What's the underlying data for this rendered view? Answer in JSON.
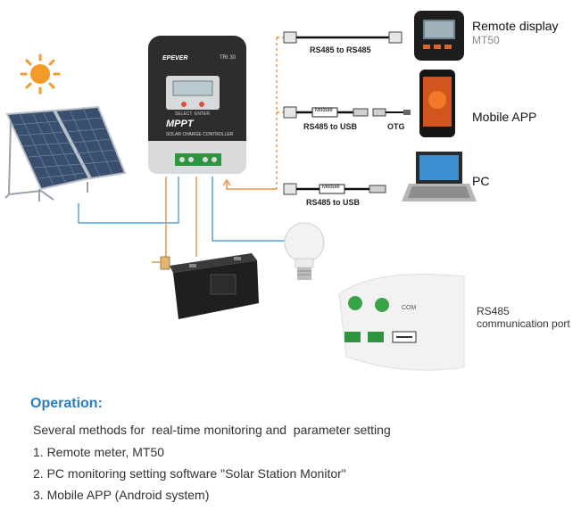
{
  "controller": {
    "brand": "EPEVER",
    "model": "TRI 30",
    "series": "MPPT",
    "subtitle": "SOLAR CHARGE CONTROLLER",
    "button_left": "SELECT",
    "button_right": "ENTER",
    "brand_color": "#2b2b2b"
  },
  "connections": {
    "rs485_rs485": "RS485 to RS485",
    "rs485_usb_mobile": "RS485 to USB",
    "otg": "OTG",
    "rs485_usb_pc": "RS485 to USB",
    "module_tag_mobile": "Module",
    "module_tag_pc": "Module"
  },
  "devices": {
    "remote_display": {
      "label": "Remote display",
      "model": "MT50"
    },
    "mobile": {
      "label": "Mobile APP"
    },
    "pc": {
      "label": "PC"
    }
  },
  "port": {
    "line1": "RS485",
    "line2": "communication port",
    "com_text": "COM"
  },
  "operation": {
    "title": "Operation:",
    "intro": "Several methods for  real-time monitoring and  parameter setting",
    "items": [
      "1. Remote meter, MT50",
      "2. PC monitoring setting software \"Solar Station Monitor\"",
      "3. Mobile APP (Android system)"
    ]
  },
  "colors": {
    "solar_wire": "#5aa0d8",
    "battery_wire": "#e8954a",
    "comm_wire": "#e8954a",
    "sun": "#f39a2a",
    "title_blue": "#2a7fc1"
  }
}
